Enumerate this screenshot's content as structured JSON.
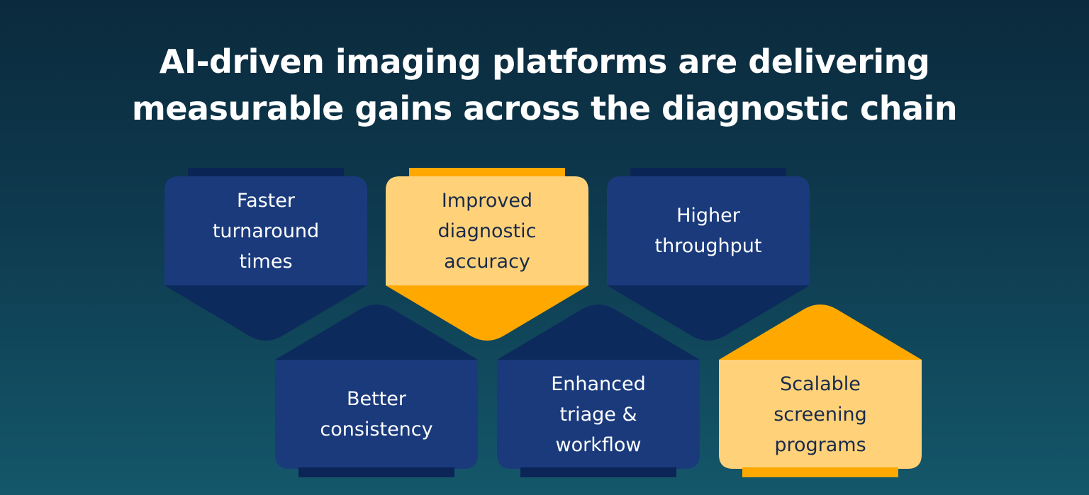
{
  "title": {
    "line1": "AI-driven imaging platforms are delivering",
    "line2": "measurable gains across the diagnostic chain"
  },
  "colors": {
    "navy_card": "#1a3a7c",
    "navy_dark": "#0d2a5c",
    "navy_tab": "#0b2556",
    "gold_card": "#ffd27a",
    "gold_dark": "#ffa800",
    "text_light": "#ffffff",
    "text_dark": "#1a2a4a"
  },
  "cards": [
    {
      "id": "faster-turnaround",
      "lines": [
        "Faster",
        "turnaround",
        "times"
      ],
      "theme": "navy",
      "orientation": "down"
    },
    {
      "id": "improved-accuracy",
      "lines": [
        "Improved",
        "diagnostic",
        "accuracy"
      ],
      "theme": "gold",
      "orientation": "down"
    },
    {
      "id": "higher-throughput",
      "lines": [
        "Higher",
        "throughput"
      ],
      "theme": "navy",
      "orientation": "down"
    },
    {
      "id": "better-consistency",
      "lines": [
        "Better",
        "consistency"
      ],
      "theme": "navy",
      "orientation": "up"
    },
    {
      "id": "enhanced-triage",
      "lines": [
        "Enhanced",
        "triage &",
        "workflow"
      ],
      "theme": "navy",
      "orientation": "up"
    },
    {
      "id": "scalable-screening",
      "lines": [
        "Scalable",
        "screening",
        "programs"
      ],
      "theme": "gold",
      "orientation": "up"
    }
  ]
}
